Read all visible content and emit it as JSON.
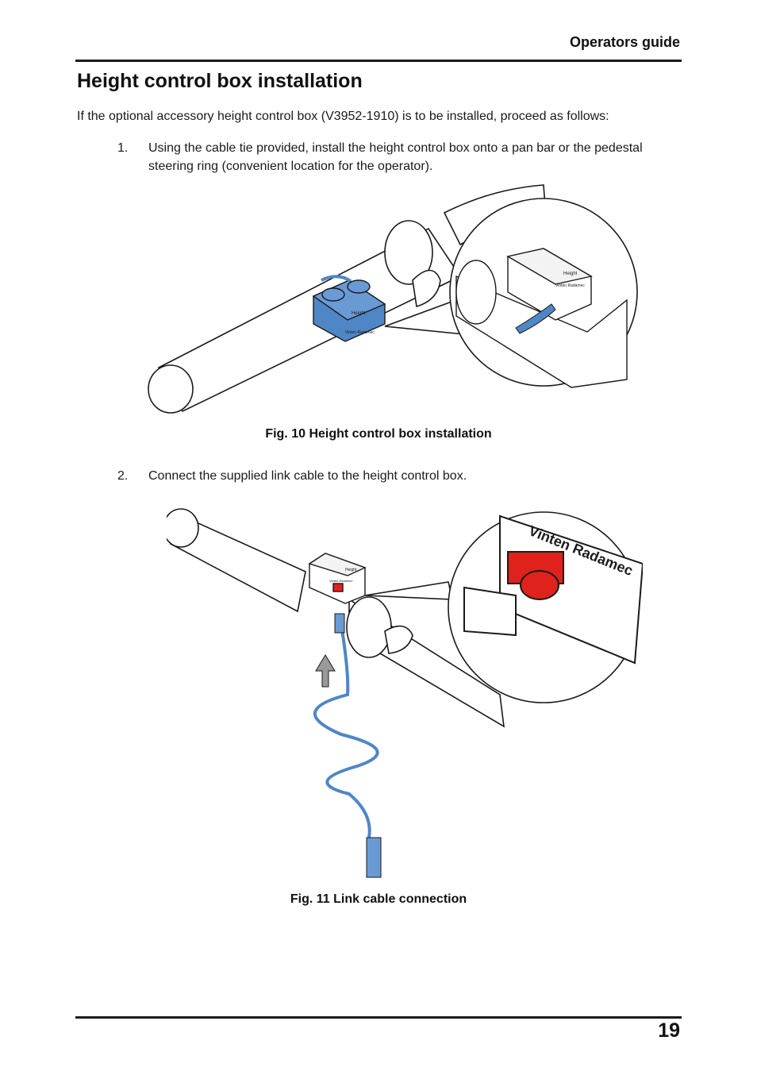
{
  "header": {
    "section_title": "Operators guide"
  },
  "page": {
    "title": "Height control box installation",
    "intro": "If the optional accessory height control box (V3952-1910) is to be installed, proceed as follows:",
    "page_number": "19"
  },
  "steps": [
    {
      "number": "1.",
      "text": "Using the cable tie provided, install the height control box onto a pan bar or the pedestal steering ring (convenient location for the operator)."
    },
    {
      "number": "2.",
      "text": "Connect the supplied link cable to the height control box."
    }
  ],
  "figures": [
    {
      "caption": "Fig. 10  Height control box installation",
      "box_label": "Height",
      "box_brand": "Vinten Radamec"
    },
    {
      "caption": "Fig. 11  Link cable connection",
      "box_label": "Height",
      "box_brand": "Vinten Radamec",
      "zoom_brand": "Vinten Radamec"
    }
  ],
  "colors": {
    "box_blue": "#4f86c6",
    "connector_red": "#e0221c",
    "arrow_gray": "#9a9a9a",
    "rule": "#1a1a1a"
  }
}
